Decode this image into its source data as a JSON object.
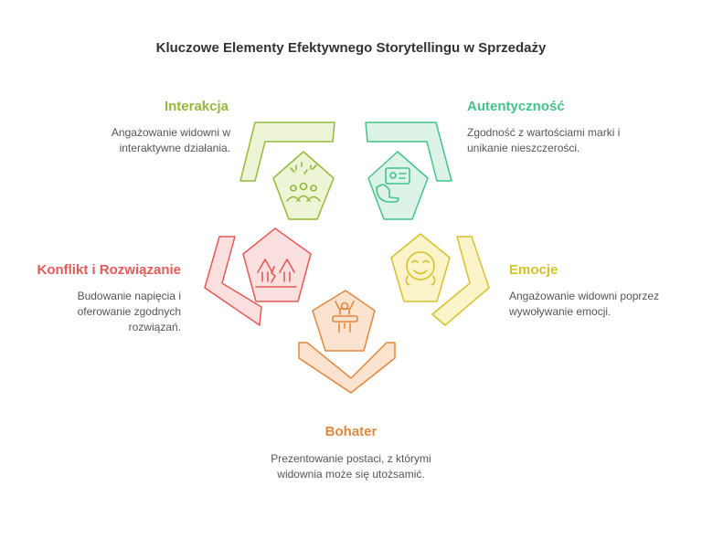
{
  "title": "Kluczowe Elementy Efektywnego Storytellingu w Sprzedaży",
  "elements": [
    {
      "key": "interakcja",
      "heading": "Interakcja",
      "description": "Angażowanie widowni w interaktywne działania.",
      "icon": "fireworks-people-icon",
      "color": "#94b93a",
      "fill": "#eef4d6"
    },
    {
      "key": "autentycznosc",
      "heading": "Autentyczność",
      "description": "Zgodność z wartościami marki i unikanie nieszczerości.",
      "icon": "hand-holding-card-icon",
      "color": "#45c28a",
      "fill": "#ddf3e8"
    },
    {
      "key": "emocje",
      "heading": "Emocje",
      "description": "Angażowanie widowni poprzez wywoływanie emocji.",
      "icon": "happy-face-icon",
      "color": "#d6c12a",
      "fill": "#fbf3c9"
    },
    {
      "key": "bohater",
      "heading": "Bohater",
      "description": "Prezentowanie postaci, z którymi widownia może się utożsamić.",
      "icon": "hero-person-icon",
      "color": "#e0883e",
      "fill": "#fce3cf"
    },
    {
      "key": "konflikt",
      "heading": "Konflikt i Rozwiązanie",
      "description": "Budowanie napięcia i oferowanie zgodnych rozwiązań.",
      "icon": "split-mountains-icon",
      "color": "#e45a58",
      "fill": "#fbe0df"
    }
  ]
}
